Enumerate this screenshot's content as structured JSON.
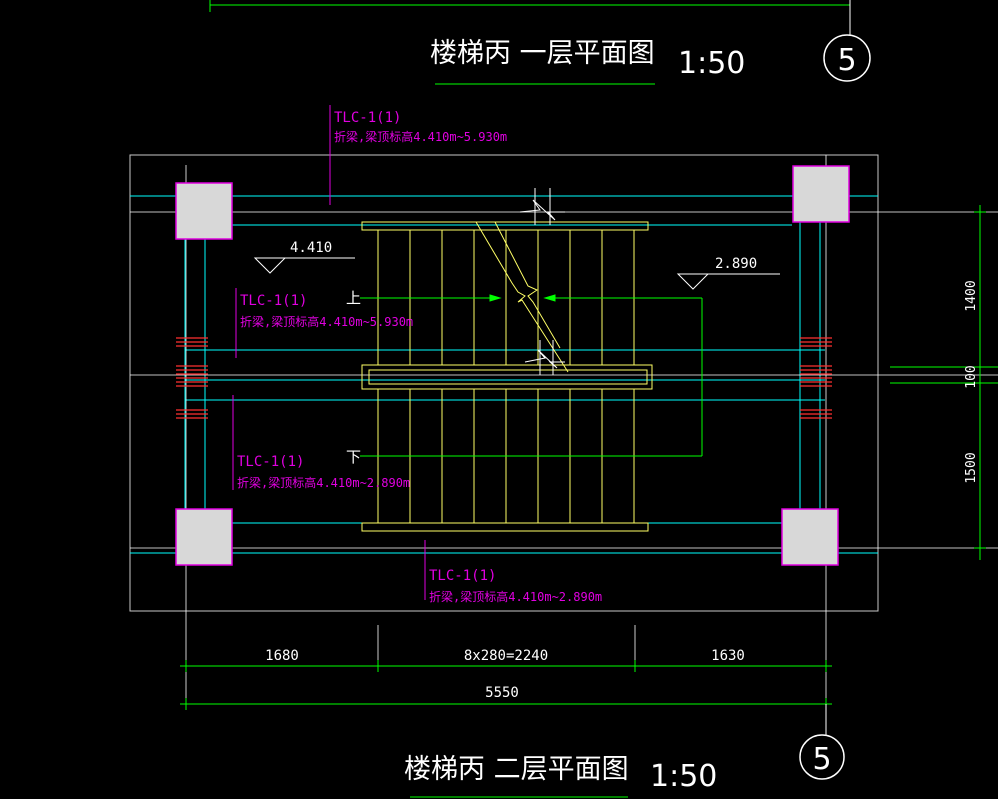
{
  "titles": {
    "top": "楼梯丙 一层平面图",
    "top_scale": "1:50",
    "bottom": "楼梯丙 二层平面图",
    "bottom_scale": "1:50"
  },
  "axis": {
    "label": "5"
  },
  "beam_labels": [
    {
      "code": "TLC-1(1)",
      "note": "折梁,梁顶标高4.410m~5.930m"
    },
    {
      "code": "TLC-1(1)",
      "note": "折梁,梁顶标高4.410m~5.930m"
    },
    {
      "code": "TLC-1(1)",
      "note": "折梁,梁顶标高4.410m~2.890m"
    },
    {
      "code": "TLC-1(1)",
      "note": "折梁,梁顶标高4.410m~2.890m"
    }
  ],
  "elevations": {
    "left": "4.410",
    "right": "2.890"
  },
  "stair_marks": {
    "up": "上",
    "down": "下"
  },
  "dims_horizontal": {
    "left": "1680",
    "middle": "8x280=2240",
    "right": "1630",
    "total": "5550"
  },
  "dims_vertical": {
    "top": "1400",
    "middle": "100",
    "bottom": "1500"
  },
  "colors": {
    "background": "#000000",
    "beam_label": "#e000e0",
    "stair": "#ffff66",
    "cyan": "#00ffff",
    "green": "#00ff00",
    "column_fill": "#d8d8d8",
    "column_border": "#e000e0"
  }
}
